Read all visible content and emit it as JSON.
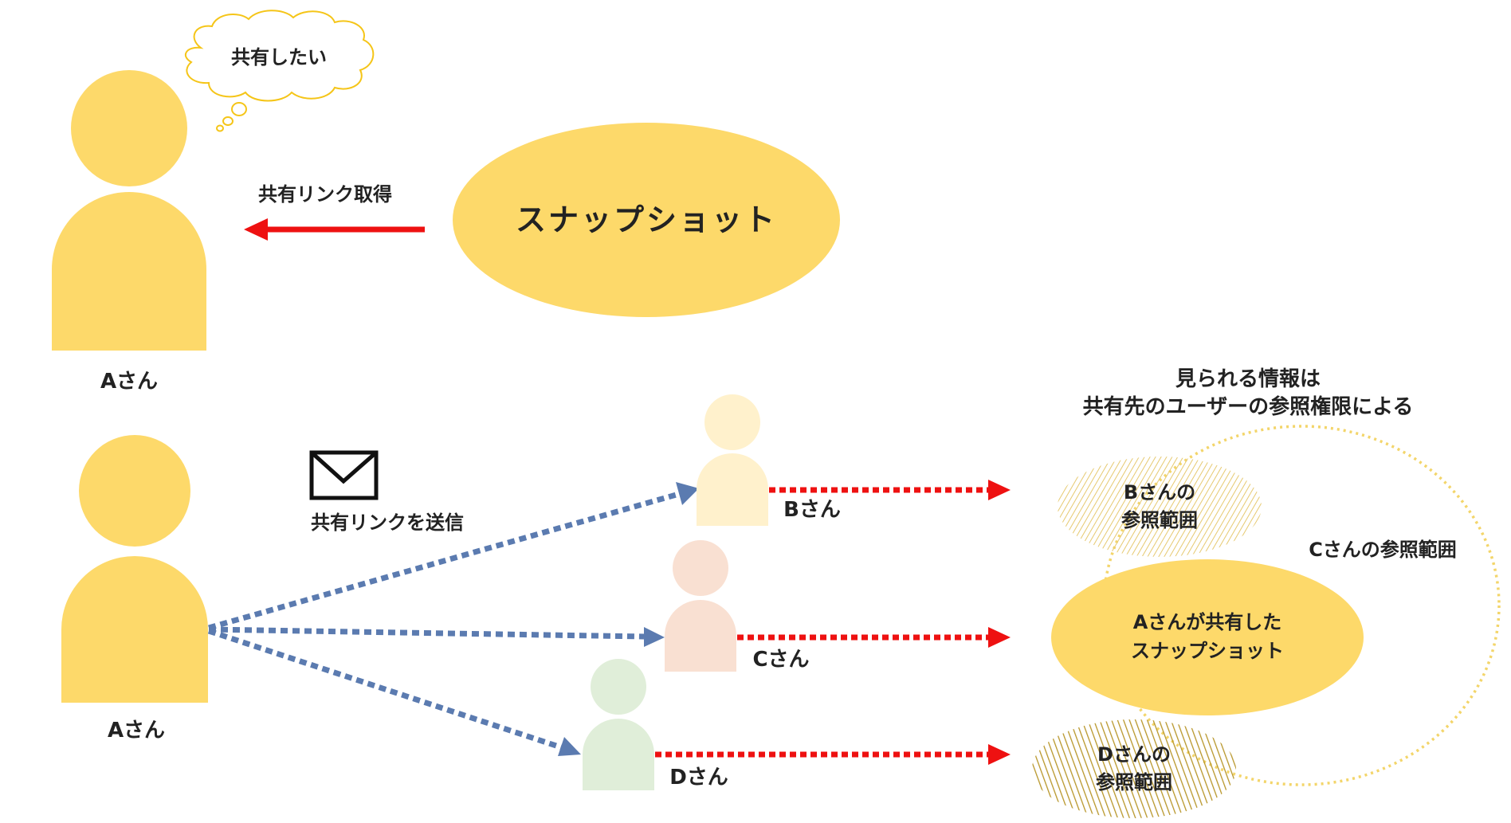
{
  "colors": {
    "person_a": "#fdd96a",
    "person_b": "#fff1cc",
    "person_c": "#f9e0d2",
    "person_d": "#e0eed9",
    "snapshot": "#fdd96a",
    "arrow_red": "#ee1111",
    "arrow_blue": "#5b7bb0",
    "thought_border": "#f5c518",
    "range_dots": "#f3d56a",
    "hatch_b": "#e6c970",
    "hatch_d": "#b8962a"
  },
  "icons": {
    "envelope": "envelope-icon",
    "thought_bubble": "thought-bubble-icon"
  },
  "top": {
    "thought_text": "共有したい",
    "person_label": "Aさん",
    "arrow_label": "共有リンク取得",
    "snapshot_label": "スナップショット"
  },
  "bottom": {
    "sender_label": "Aさん",
    "send_label": "共有リンクを送信",
    "recipient_b": "Bさん",
    "recipient_c": "Cさん",
    "recipient_d": "Dさん"
  },
  "scope": {
    "heading_line1": "見られる情報は",
    "heading_line2": "共有先のユーザーの参照権限による",
    "c_range_label": "Cさんの参照範囲",
    "b_range_line1": "Bさんの",
    "b_range_line2": "参照範囲",
    "shared_line1": "Aさんが共有した",
    "shared_line2": "スナップショット",
    "d_range_line1": "Dさんの",
    "d_range_line2": "参照範囲"
  }
}
